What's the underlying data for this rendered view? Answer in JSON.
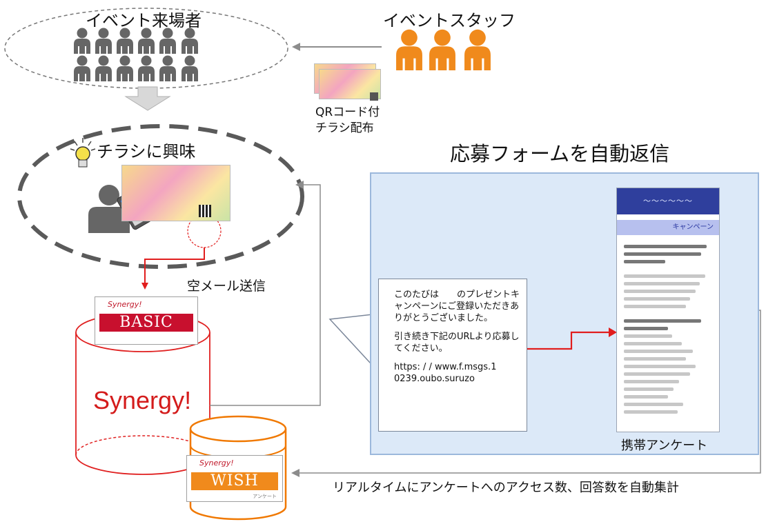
{
  "nodes": {
    "visitors": {
      "label": "イベント来場者"
    },
    "staff": {
      "label": "イベントスタッフ"
    },
    "flyer_distribution": {
      "line1": "QRコード付",
      "line2": "チラシ配布"
    },
    "flyer_interest": {
      "label": "チラシに興味"
    },
    "empty_mail": {
      "label": "空メール送信"
    },
    "auto_reply": {
      "title": "応募フォームを自動返信"
    },
    "reply_message": {
      "p1": "このたびは　　のプレゼントキャンペーンにご登録いただきありがとうございました。",
      "p2": "引き続き下記のURLより応募してください。",
      "url": "https: / / www.f.msgs.1 0239.oubo.suruzo"
    },
    "mobile_survey": {
      "label": "携帯アンケート"
    },
    "aggregation": {
      "label": "リアルタイムにアンケートへのアクセス数、回答数を自動集計"
    }
  },
  "products": {
    "basic": {
      "brand": "Synergy!",
      "name": "BASIC",
      "color": "#c8102e"
    },
    "wish": {
      "brand": "Synergy!",
      "name": "WISH",
      "sub": "アンケート",
      "color": "#f08a1c"
    },
    "db_logo": "Synergy!"
  },
  "colors": {
    "person_gray": "#666666",
    "person_orange": "#f08a1c",
    "arrow_red": "#e11d1d",
    "connector_gray": "#8c8c8c",
    "panel_blue": "#dce9f8",
    "db_red": "#e02020",
    "db_orange": "#f07800"
  },
  "icons": {
    "visitor": "person-icon",
    "staff": "person-icon",
    "idea": "lightbulb-icon",
    "phone_user": "phone-user-icon",
    "qr": "qr-code-icon"
  }
}
